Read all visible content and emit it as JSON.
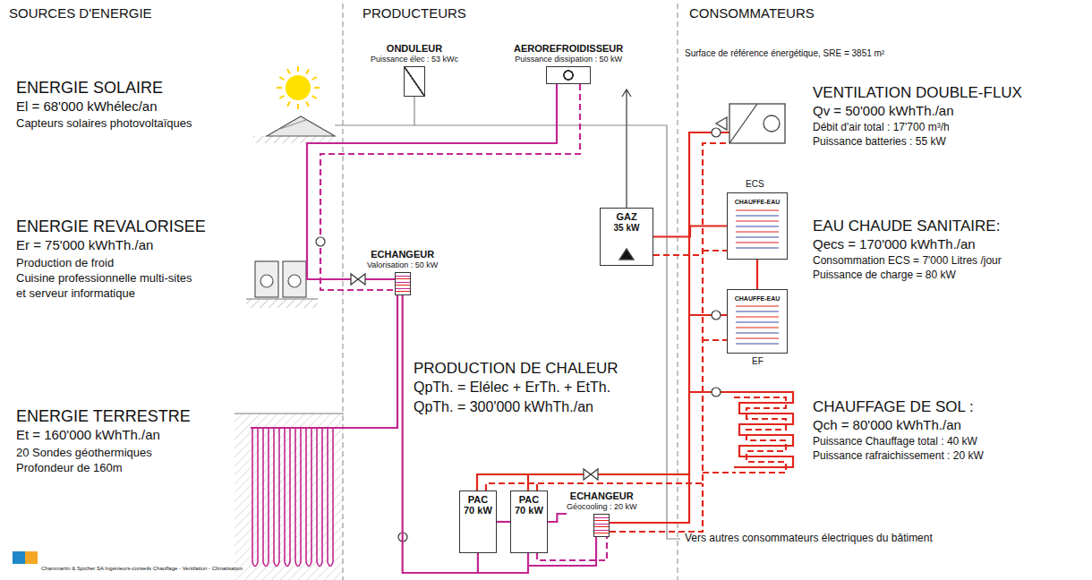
{
  "diagram": {
    "nodes": [
      {
        "text": [
          "ONDULEUR",
          "Puissance élec : 53 kWc"
        ]
      },
      {
        "text": [
          "AEROREFROIDISSEUR",
          "Puissance dissipation : 50 kW"
        ]
      },
      {
        "text": [
          "ECHANGEUR",
          "Valorisation : 50 kW"
        ]
      },
      {
        "text": [
          "GAZ",
          "35 kW"
        ]
      },
      {
        "text": [
          "CHAUFFE-EAU"
        ]
      },
      {
        "text": [
          "CHAUFFE-EAU"
        ]
      },
      {
        "text": [
          "PAC",
          "70 kW"
        ]
      },
      {
        "text": [
          "PAC",
          "70 kW"
        ]
      },
      {
        "text": [
          "ECHANGEUR",
          "Géocooling : 20 kW"
        ]
      }
    ],
    "edges": [
      {
        "from": 2,
        "to": 6,
        "arrow": "none"
      },
      {
        "from": 6,
        "to": 7,
        "arrow": "none"
      },
      {
        "from": 7,
        "to": 8,
        "arrow": "none"
      },
      {
        "from": 3,
        "to": 4,
        "arrow": "none"
      },
      {
        "from": 4,
        "to": 5,
        "arrow": "none"
      }
    ],
    "labels": [
      "SOURCES D'ENERGIE",
      "PRODUCTEURS",
      "CONSOMMATEURS",
      "Surface de référence énergétique, SRE = 3851 m²",
      "ENERGIE SOLAIRE",
      "El = 68'000 kWhélec/an",
      "Capteurs solaires photovoltaïques",
      "ENERGIE REVALORISEE",
      "Er = 75'000 kWhTh./an",
      "Production de froid",
      "Cuisine professionnelle multi-sites",
      "et serveur informatique",
      "ENERGIE TERRESTRE",
      "Et = 160'000 kWhTh./an",
      "20 Sondes géothermiques",
      "Profondeur de 160m",
      "PRODUCTION DE CHALEUR",
      "QpTh. = Elélec + ErTh. + EtTh.",
      "QpTh. = 300'000 kWhTh./an",
      "VENTILATION DOUBLE-FLUX",
      "Qv = 50'000 kWhTh./an",
      "Débit d'air total : 17'700 m³/h",
      "Puissance batteries : 55 kW",
      "ECS",
      "EAU CHAUDE SANITAIRE:",
      "Qecs = 170'000 kWhTh./an",
      "Consommation ECS = 7'000 Litres /jour",
      "Puissance de charge = 80 kW",
      "EF",
      "CHAUFFAGE DE SOL :",
      "Qch = 80'000 kWhTh./an",
      "Puissance Chauffage total : 40 kW",
      "Puissance rafraichissement : 20 kW",
      "Vers autres consommateurs électriques du bâtiment",
      "Chammartin & Spicher SA  Ingénieurs-conseils  Chauffage - Ventilation - Climatisation"
    ]
  }
}
